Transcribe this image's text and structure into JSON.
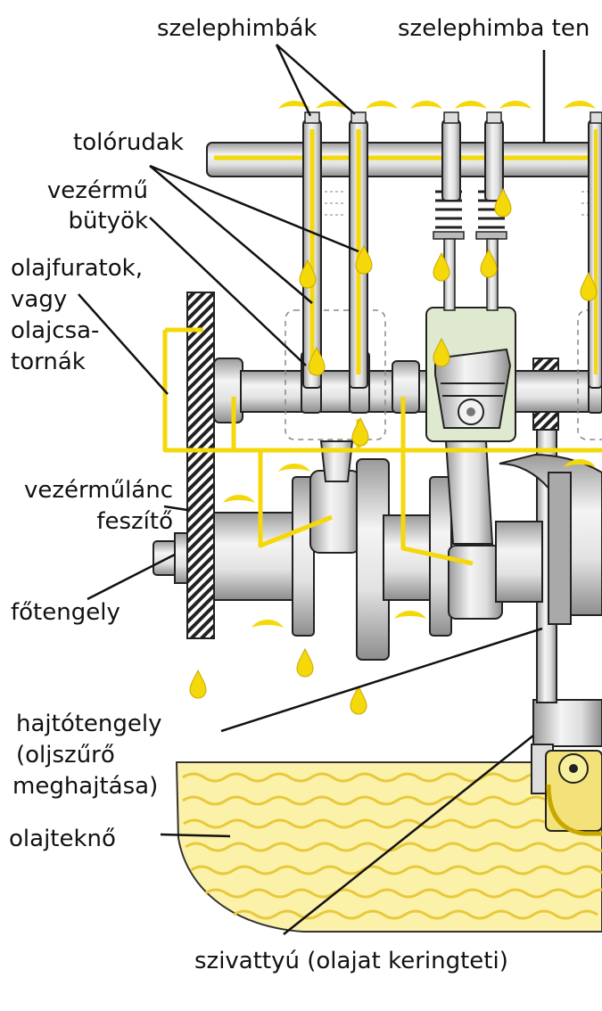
{
  "labels": {
    "rocker_arms": "szelephimbák",
    "rocker_shaft": "szelephimba ten",
    "pushrods": "tolórudak",
    "cam_lobes": [
      "vezérmű",
      "bütyök"
    ],
    "oil_passages": [
      "olajfuratok,",
      "vagy",
      "olajcsa-",
      "tornák"
    ],
    "chain_tensioner": [
      "vezérműlánc",
      "feszítő"
    ],
    "crankshaft": "főtengely",
    "drive_shaft": [
      "hajtótengely",
      "(oljszűrő",
      "meghajtása)"
    ],
    "oil_pan": "olajteknő",
    "pump": "szivattyú (olajat keringteti)"
  },
  "colors": {
    "oil": "#f4d80a",
    "oil_outline": "#c9a800",
    "oil_pan_fill": "#fbf1a8",
    "oil_wave": "#e8c93a",
    "metal_light": "#eeeeee",
    "metal_mid": "#c7c7c7",
    "metal_dark": "#8a8a8a",
    "outline": "#222222",
    "piston_sleeve": "#dfe9cf",
    "text": "#111111"
  }
}
